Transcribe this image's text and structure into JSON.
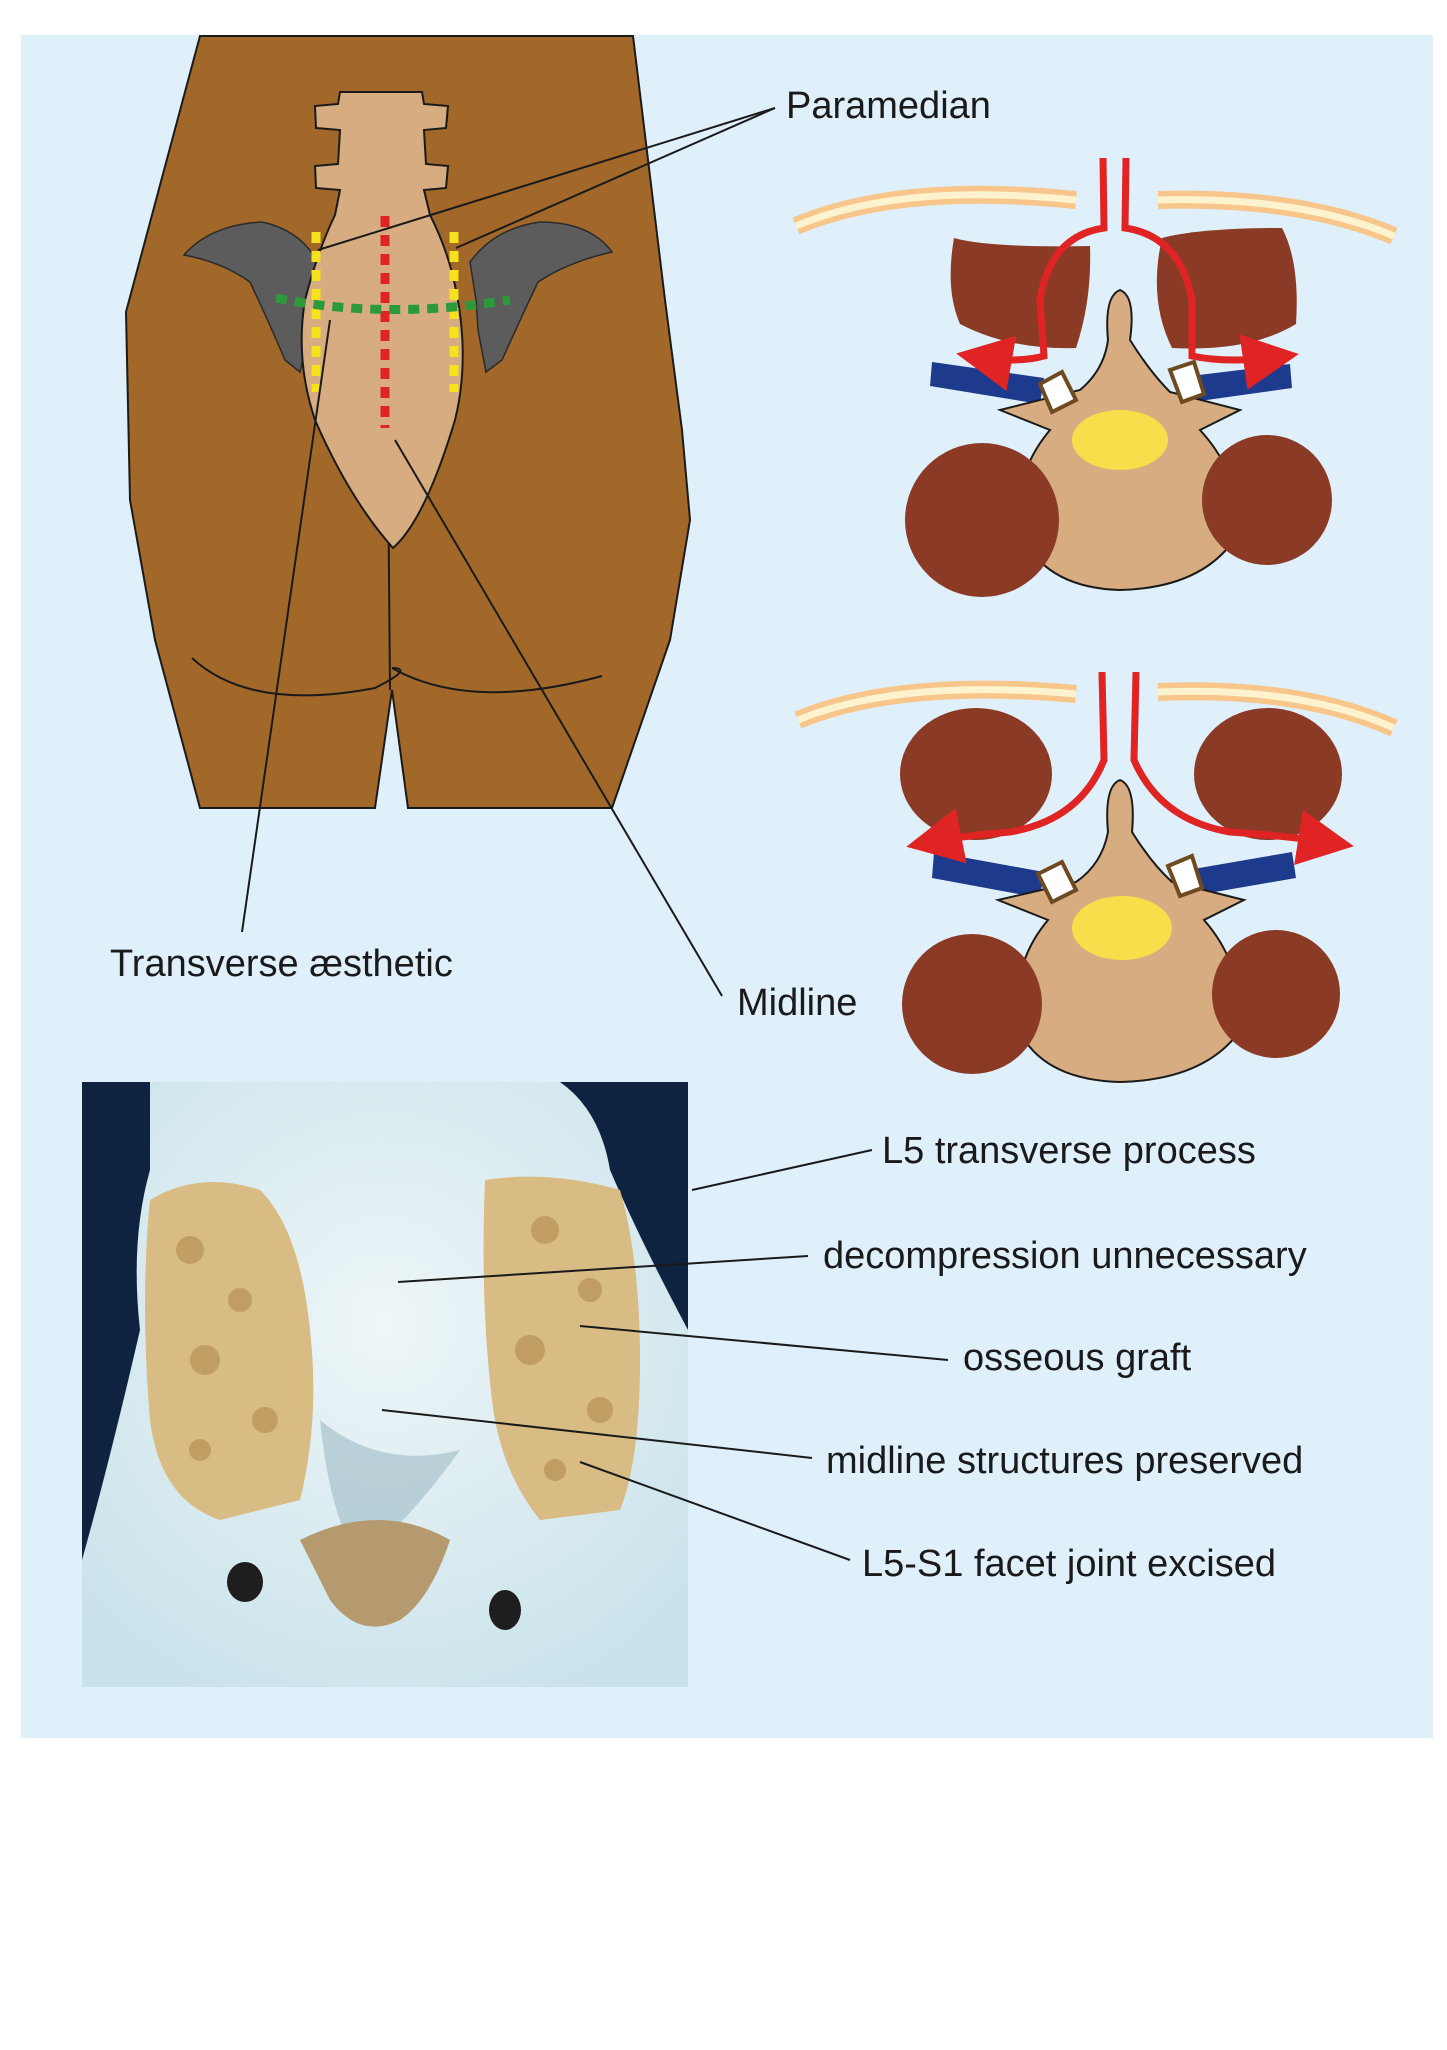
{
  "labels": {
    "paramedian": "Paramedian",
    "transverse_aesthetic": "Transverse æsthetic",
    "midline": "Midline",
    "l5_transverse_process": "L5 transverse process",
    "decompression_unnecessary": "decompression unnecessary",
    "osseous_graft": "osseous graft",
    "midline_structures_preserved": "midline structures preserved",
    "l5_s1_facet_joint_excised": "L5-S1 facet joint excised"
  },
  "colors": {
    "panel_background": "#dff0fb",
    "skin": "#a2682a",
    "sacrum": "#d6ac80",
    "iliac_wing": "#5c5c5c",
    "paramedian_incision": "#f5e11c",
    "midline_incision": "#e02424",
    "transverse_incision": "#2c9a3a",
    "muscle": "#8a3a25",
    "vertebra": "#d6ac80",
    "spinal_canal": "#f8de4a",
    "approach_arrow": "#e02424",
    "transverse_process_band": "#1e3a8c",
    "fascia_outer": "#f8c58a",
    "fascia_inner": "#fdf3cf"
  }
}
